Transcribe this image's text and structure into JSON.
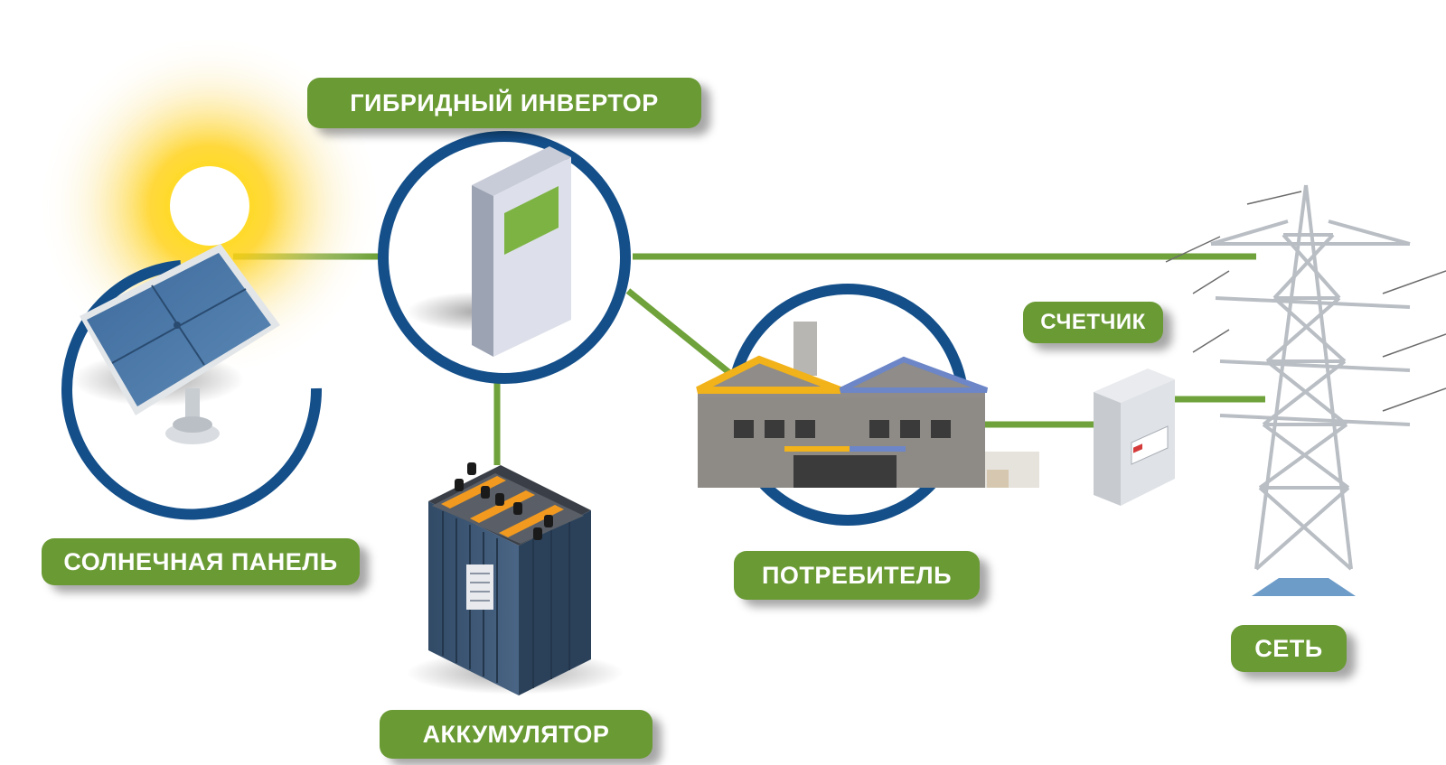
{
  "labels": {
    "inverter": "ГИБРИДНЫЙ ИНВЕРТОР",
    "solar_panel": "СОЛНЕЧНАЯ ПАНЕЛЬ",
    "battery": "АККУМУЛЯТОР",
    "consumer": "ПОТРЕБИТЕЛЬ",
    "meter": "СЧЕТЧИК",
    "grid": "СЕТЬ"
  },
  "colors": {
    "label_green": "#6a9a34",
    "line_green": "#6fa23a",
    "circle_blue": "#144f8a",
    "sun_yellow": "#ffd21a"
  },
  "icons": [
    "sun-icon",
    "solar-panel-icon",
    "inverter-icon",
    "battery-icon",
    "factory-icon",
    "electric-meter-icon",
    "power-tower-icon"
  ]
}
